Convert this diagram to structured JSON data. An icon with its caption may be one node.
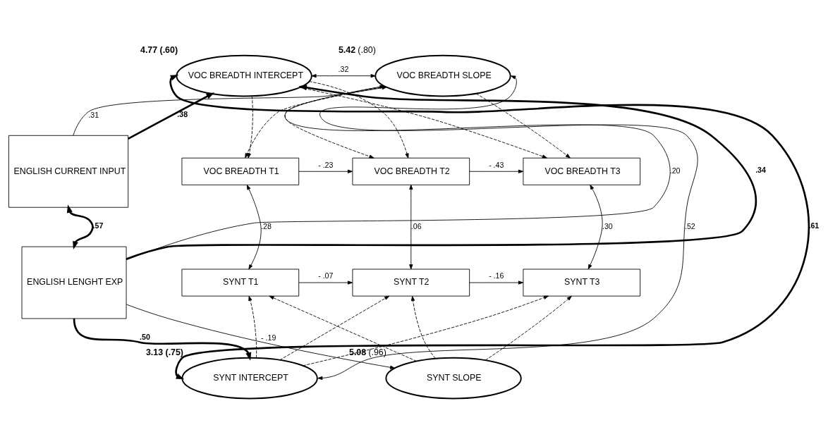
{
  "diagram": {
    "nodes": [
      {
        "text": [
          "ENGLISH CURRENT INPUT"
        ]
      },
      {
        "text": [
          "ENGLISH LENGHT EXP"
        ]
      },
      {
        "text": [
          "VOC BREADTH INTERCEPT"
        ],
        "beside": [
          "4.77 (.60)"
        ]
      },
      {
        "text": [
          "VOC BREADTH SLOPE"
        ],
        "beside": [
          "**5.42** (.80)"
        ]
      },
      {
        "text": [
          "VOC BREADTH T1"
        ]
      },
      {
        "text": [
          "VOC BREADTH T2"
        ]
      },
      {
        "text": [
          "VOC BREADTH T3"
        ]
      },
      {
        "text": [
          "SYNT T1"
        ]
      },
      {
        "text": [
          "SYNT T2"
        ]
      },
      {
        "text": [
          "SYNT T3"
        ]
      },
      {
        "text": [
          "SYNT INTERCEPT"
        ],
        "beside": [
          "3.13 (.75)"
        ]
      },
      {
        "text": [
          "SYNT SLOPE"
        ],
        "beside": [
          "**5.08** (.96)"
        ]
      }
    ],
    "edges": [
      {
        "from": 2,
        "to": 3,
        "arrow": "both",
        "label": ".32"
      },
      {
        "from": 0,
        "to": 2,
        "arrow": "to",
        "label": ".38",
        "style": "thick"
      },
      {
        "from": 0,
        "to": 3,
        "arrow": "to",
        "label": ".31"
      },
      {
        "from": 1,
        "to": 2,
        "arrow": "to",
        "label": ".34",
        "style": "thick"
      },
      {
        "from": 1,
        "to": 3,
        "arrow": "to",
        "label": ".20"
      },
      {
        "from": 0,
        "to": 1,
        "arrow": "both",
        "label": ".57",
        "style": "thick"
      },
      {
        "from": 10,
        "to": 2,
        "arrow": "both",
        "label": ".61",
        "style": "thick"
      },
      {
        "from": 3,
        "to": 10,
        "arrow": "both",
        "label": ".52"
      },
      {
        "from": 2,
        "to": 4,
        "arrow": "to",
        "style": "dashed"
      },
      {
        "from": 2,
        "to": 5,
        "arrow": "to",
        "style": "dashed"
      },
      {
        "from": 2,
        "to": 6,
        "arrow": "to",
        "style": "dashed"
      },
      {
        "from": 3,
        "to": 4,
        "arrow": "to",
        "style": "dashed"
      },
      {
        "from": 3,
        "to": 5,
        "arrow": "to",
        "style": "dashed"
      },
      {
        "from": 3,
        "to": 6,
        "arrow": "to",
        "style": "dashed"
      },
      {
        "from": 4,
        "to": 5,
        "arrow": "to",
        "label": "- .23"
      },
      {
        "from": 5,
        "to": 6,
        "arrow": "to",
        "label": "- .43"
      },
      {
        "from": 4,
        "to": 7,
        "arrow": "both",
        "label": ".28"
      },
      {
        "from": 5,
        "to": 8,
        "arrow": "both",
        "label": ".06"
      },
      {
        "from": 6,
        "to": 9,
        "arrow": "both",
        "label": ".30"
      },
      {
        "from": 7,
        "to": 8,
        "arrow": "to",
        "label": "- .07"
      },
      {
        "from": 8,
        "to": 9,
        "arrow": "to",
        "label": "- .16"
      },
      {
        "from": 1,
        "to": 11,
        "arrow": "to",
        "label": "- .19"
      },
      {
        "from": 1,
        "to": 10,
        "arrow": "to",
        "label": ".50",
        "style": "thick"
      },
      {
        "from": 10,
        "to": 7,
        "arrow": "to",
        "style": "dashed"
      },
      {
        "from": 10,
        "to": 8,
        "arrow": "to",
        "style": "dashed"
      },
      {
        "from": 10,
        "to": 9,
        "arrow": "to",
        "style": "dashed"
      },
      {
        "from": 11,
        "to": 7,
        "arrow": "to",
        "style": "dashed"
      },
      {
        "from": 11,
        "to": 8,
        "arrow": "to",
        "style": "dashed"
      },
      {
        "from": 11,
        "to": 9,
        "arrow": "to",
        "style": "dashed"
      }
    ]
  }
}
